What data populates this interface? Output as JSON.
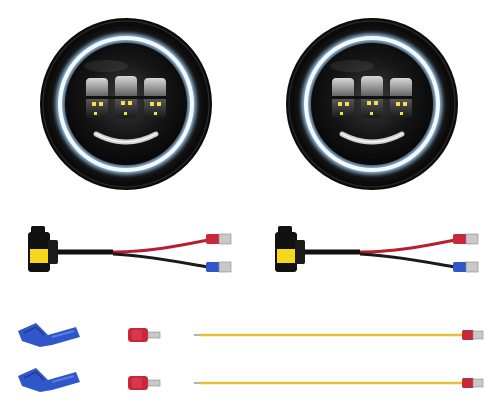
{
  "scene": {
    "items": [
      {
        "name": "led-headlight-left"
      },
      {
        "name": "led-headlight-right"
      },
      {
        "name": "h11-wiring-harness-left"
      },
      {
        "name": "h11-wiring-harness-right"
      },
      {
        "name": "blue-tap-splice-connectors"
      },
      {
        "name": "red-spade-terminals"
      },
      {
        "name": "yellow-jumper-wires"
      }
    ],
    "colors": {
      "background": "#ffffff",
      "housing": "#0b0b0b",
      "halo_ring": "#f2f8ff",
      "halo_glow": "#a8d8ff",
      "led_yellow": "#f3e04a",
      "connector_yellow": "#f3d91a",
      "red_insulation": "#c8283a",
      "blue_insulation": "#2f57c9",
      "jumper_wire": "#e4c03a"
    }
  }
}
